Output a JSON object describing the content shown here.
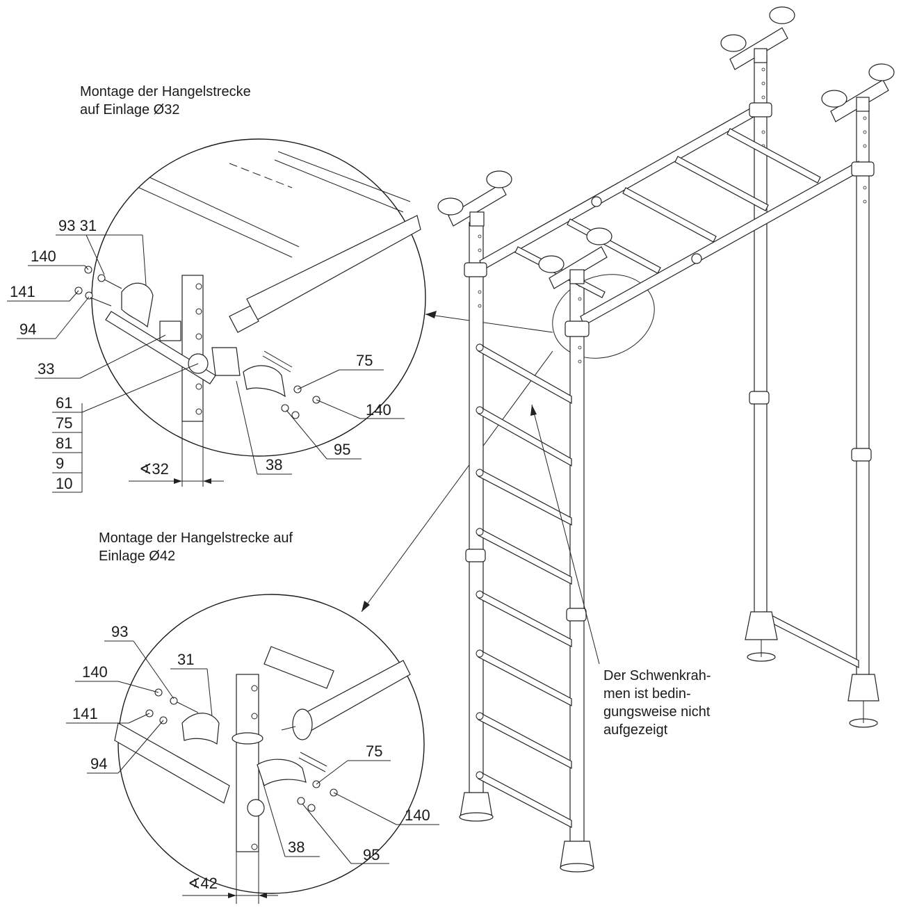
{
  "captions": {
    "detail_top": [
      "Montage der Hangelstrecke",
      "auf Einlage Ø32"
    ],
    "detail_bottom": [
      "Montage der Hangelstrecke auf",
      "Einlage Ø42"
    ],
    "note": [
      "Der Schwenkrah-",
      "men ist bedin-",
      "gungsweise nicht",
      "aufgezeigt"
    ]
  },
  "top_detail_labels": {
    "l93_31": "93 31",
    "l140a": "140",
    "l141": "141",
    "l94": "94",
    "l33": "33",
    "l61": "61",
    "l75a": "75",
    "l81": "81",
    "l9": "9",
    "l10": "10",
    "l75b": "75",
    "l140b": "140",
    "l95": "95",
    "l38": "38",
    "dim": "∢32"
  },
  "bottom_detail_labels": {
    "l93": "93",
    "l31": "31",
    "l140a": "140",
    "l141": "141",
    "l94": "94",
    "l75": "75",
    "l140b": "140",
    "l38": "38",
    "l95": "95",
    "dim": "∢42"
  }
}
